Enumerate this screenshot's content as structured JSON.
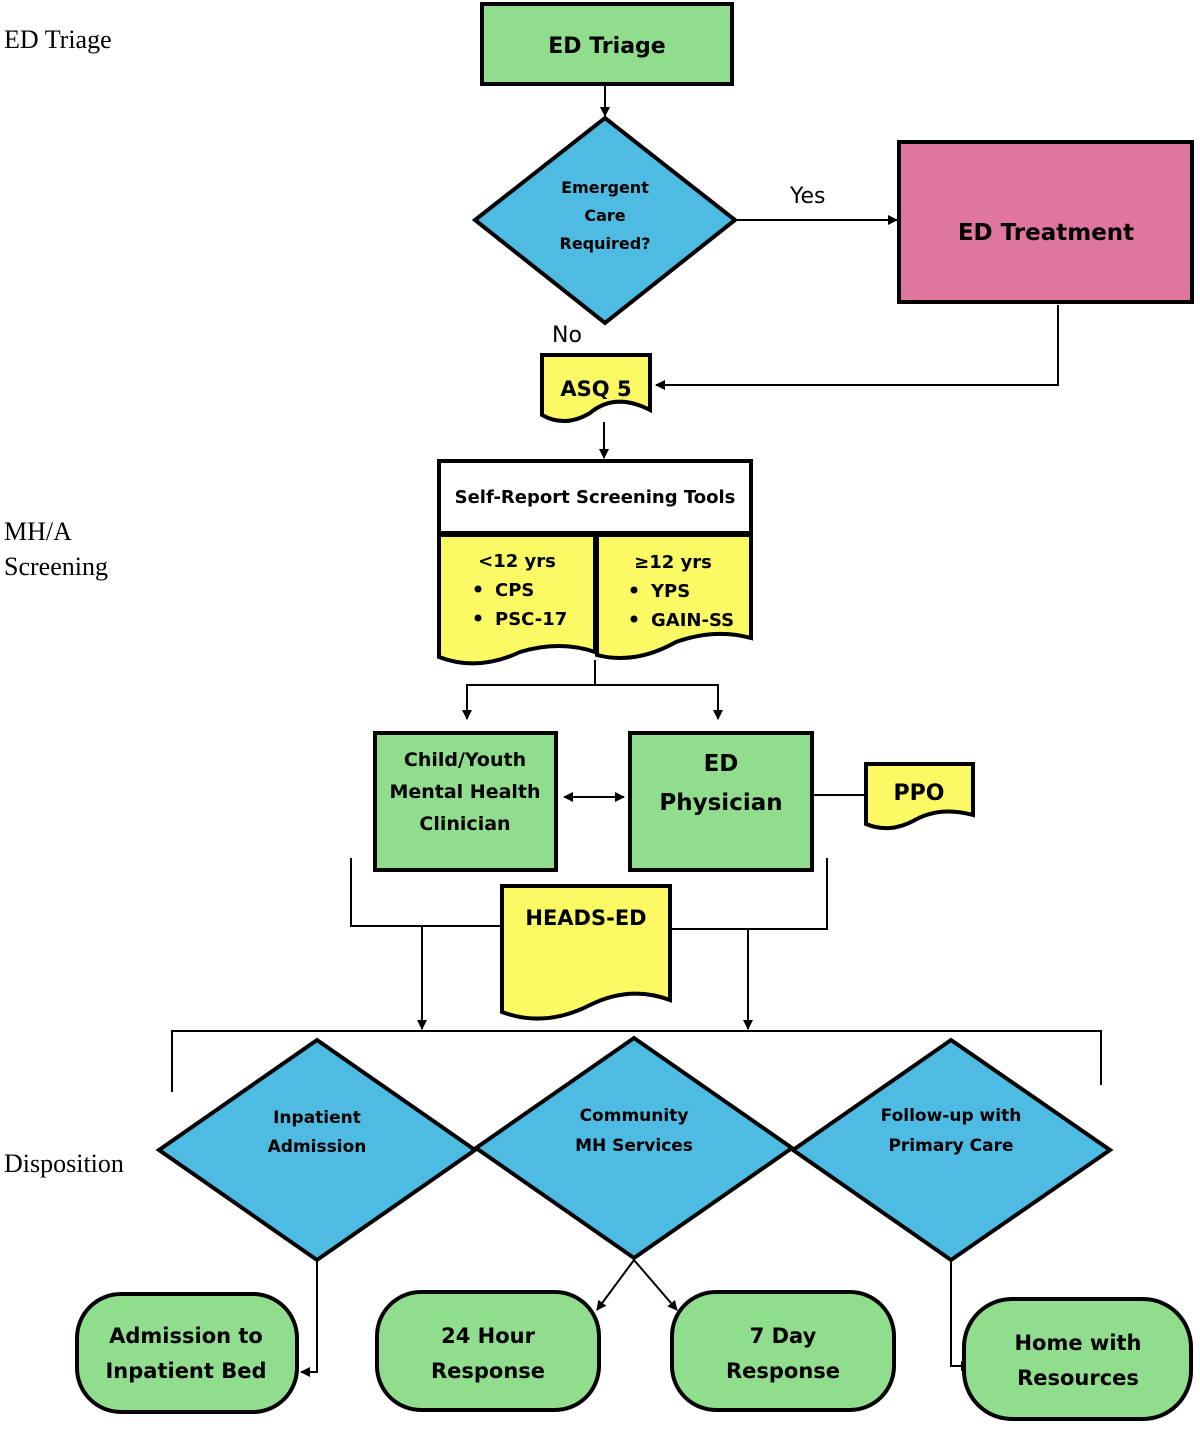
{
  "stages": {
    "triage": "ED Triage",
    "screening_line1": "MH/A",
    "screening_line2": "Screening",
    "disposition": "Disposition"
  },
  "nodes": {
    "ed_triage": "ED Triage",
    "emergent_line1": "Emergent",
    "emergent_line2": "Care",
    "emergent_line3": "Required?",
    "ed_treatment": "ED Treatment",
    "asq5": "ASQ 5",
    "self_report": "Self-Report Screening Tools",
    "under12_title": "<12 yrs",
    "under12_items": [
      "CPS",
      "PSC-17"
    ],
    "over12_title": "≥12 yrs",
    "over12_items": [
      "YPS",
      "GAIN-SS"
    ],
    "clinician_line1": "Child/Youth",
    "clinician_line2": "Mental Health",
    "clinician_line3": "Clinician",
    "physician_line1": "ED",
    "physician_line2": "Physician",
    "ppo": "PPO",
    "heads_ed": "HEADS-ED",
    "inpatient_line1": "Inpatient",
    "inpatient_line2": "Admission",
    "community_line1": "Community",
    "community_line2": "MH Services",
    "followup_line1": "Follow-up with",
    "followup_line2": "Primary Care",
    "admission_line1": "Admission to",
    "admission_line2": "Inpatient Bed",
    "h24_line1": "24 Hour",
    "h24_line2": "Response",
    "d7_line1": "7 Day",
    "d7_line2": "Response",
    "home_line1": "Home with",
    "home_line2": "Resources"
  },
  "edge_labels": {
    "yes": "Yes",
    "no": "No"
  },
  "colors": {
    "process_green": "#8fdd8d",
    "decision_blue": "#4dbbe2",
    "treatment_pink": "#df76a0",
    "document_yellow": "#fbf964"
  }
}
